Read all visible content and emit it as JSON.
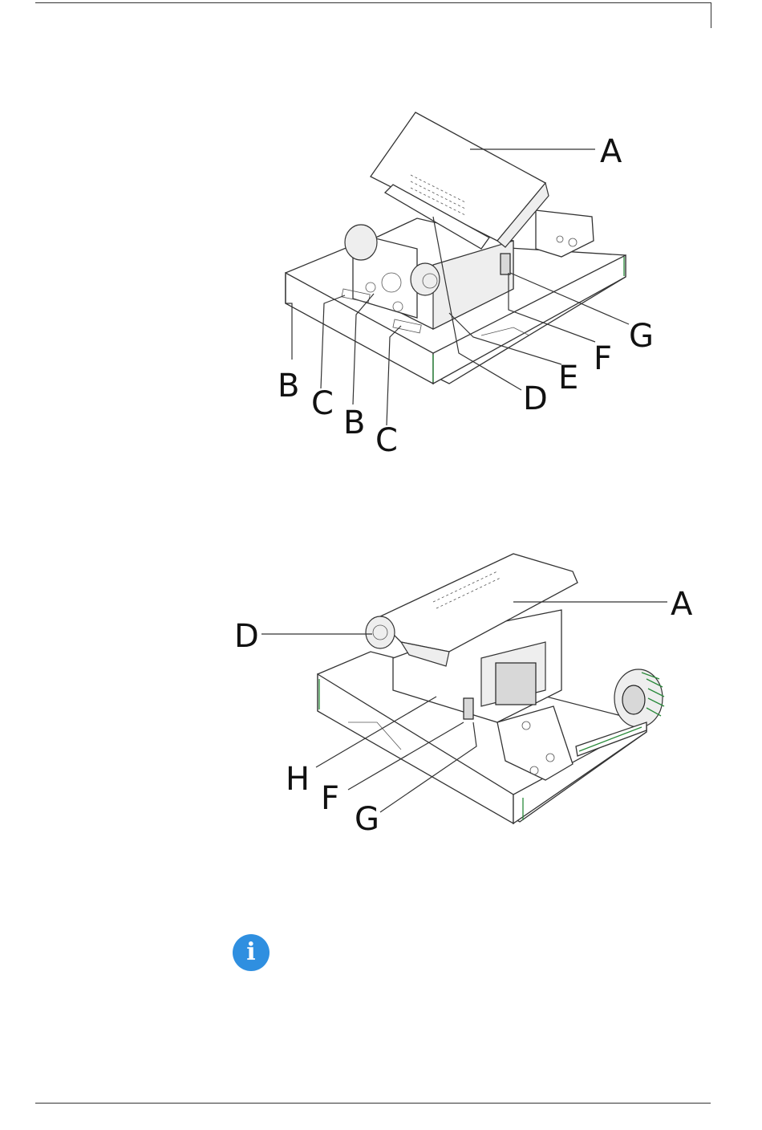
{
  "figure_1": {
    "callouts": [
      "A",
      "B",
      "C",
      "B",
      "C",
      "D",
      "E",
      "F",
      "G"
    ]
  },
  "figure_2": {
    "callouts": [
      "A",
      "D",
      "H",
      "F",
      "G"
    ]
  },
  "note": {
    "icon": "info-icon",
    "icon_glyph": "i",
    "icon_color": "#2f8fe0"
  }
}
